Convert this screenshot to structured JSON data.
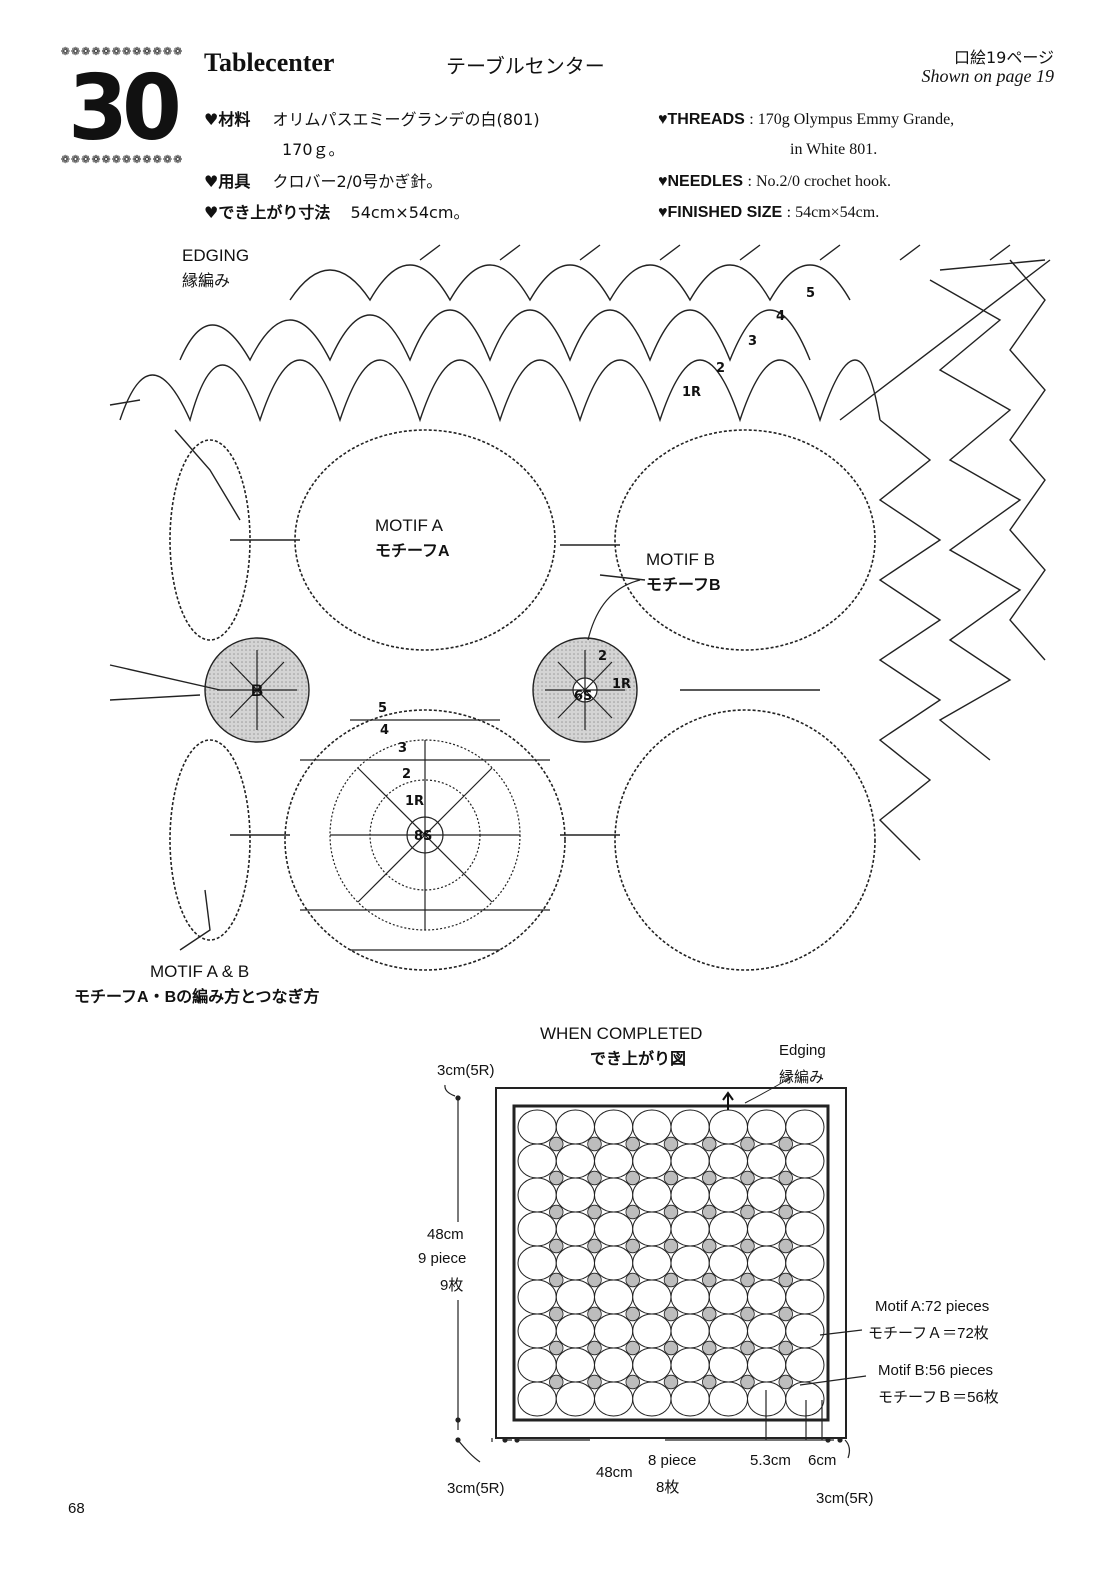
{
  "header": {
    "number": "30",
    "title_en": "Tablecenter",
    "title_jp": "テーブルセンター",
    "page_ref_jp": "口絵19ページ",
    "page_ref_en": "Shown on page 19"
  },
  "specs_jp": {
    "materials_label": "♥材料",
    "materials_value": "オリムパスエミーグランデの白(801)",
    "materials_value2": "170ｇ。",
    "tools_label": "♥用具",
    "tools_value": "クロバー2/0号かぎ針。",
    "size_label": "♥でき上がり寸法",
    "size_value": "54cm×54cm。"
  },
  "specs_en": {
    "threads_label": "♥THREADS",
    "threads_value": ": 170g Olympus Emmy Grande,",
    "threads_value2": "in White 801.",
    "needles_label": "♥NEEDLES",
    "needles_value": ": No.2/0 crochet hook.",
    "finished_label": "♥FINISHED SIZE",
    "finished_value": ": 54cm×54cm."
  },
  "diagram": {
    "edging_en": "EDGING",
    "edging_jp": "縁編み",
    "motif_a_en": "MOTIF A",
    "motif_a_jp": "モチーフA",
    "motif_b_en": "MOTIF B",
    "motif_b_jp": "モチーフB",
    "motif_b_letter": "B",
    "motif_ab_en": "MOTIF A & B",
    "motif_ab_jp": "モチーフA・Bの編み方とつなぎ方",
    "round_labels_a": [
      "1R",
      "2",
      "3",
      "4",
      "5"
    ],
    "center_a": "8S",
    "round_labels_b": [
      "1R",
      "2"
    ],
    "center_b": "6S",
    "round_labels_edge": [
      "1R",
      "2",
      "3",
      "4",
      "5"
    ]
  },
  "completed": {
    "title_en": "WHEN COMPLETED",
    "title_jp": "でき上がり図",
    "edging_en": "Edging",
    "edging_jp": "縁編み",
    "top_margin": "3cm(5R)",
    "height": "48cm",
    "height_pieces": "9 piece",
    "height_pieces_jp": "9枚",
    "bottom_left_margin": "3cm(5R)",
    "width": "48cm",
    "width_pieces": "8 piece",
    "width_pieces_jp": "8枚",
    "bottom_right_margin": "3cm(5R)",
    "motif_size": "5.3cm",
    "gap_size": "6cm",
    "motif_a_count_en": "Motif A:72 pieces",
    "motif_a_count_jp": "モチーフＡ＝72枚",
    "motif_b_count_en": "Motif B:56 pieces",
    "motif_b_count_jp": "モチーフＢ＝56枚",
    "grid": {
      "cols": 8,
      "rows": 9
    }
  },
  "page_number": "68"
}
